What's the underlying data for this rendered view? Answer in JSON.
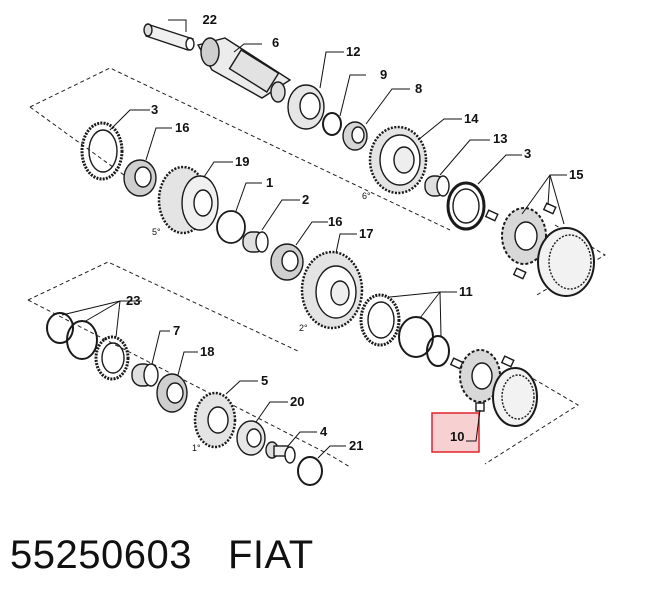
{
  "labels": {
    "l22": "22",
    "l6": "6",
    "l12": "12",
    "l9": "9",
    "l8": "8",
    "l14": "14",
    "l13": "13",
    "l3a": "3",
    "l15": "15",
    "l3b": "3",
    "l16a": "16",
    "l19": "19",
    "l1": "1",
    "l2": "2",
    "l16b": "16",
    "l17": "17",
    "l11": "11",
    "l23": "23",
    "l7": "7",
    "l18": "18",
    "l5": "5",
    "l20": "20",
    "l4": "4",
    "l21": "21",
    "l10": "10"
  },
  "gear_marks": {
    "g6": "6°",
    "g5": "5°",
    "g2": "2°",
    "g1": "1°"
  },
  "caption": {
    "part_number": "55250603",
    "brand": "FIAT"
  },
  "colors": {
    "highlight_border": "#e0242c",
    "highlight_fill": "#f7d0d2",
    "line": "#1a1a1a"
  }
}
